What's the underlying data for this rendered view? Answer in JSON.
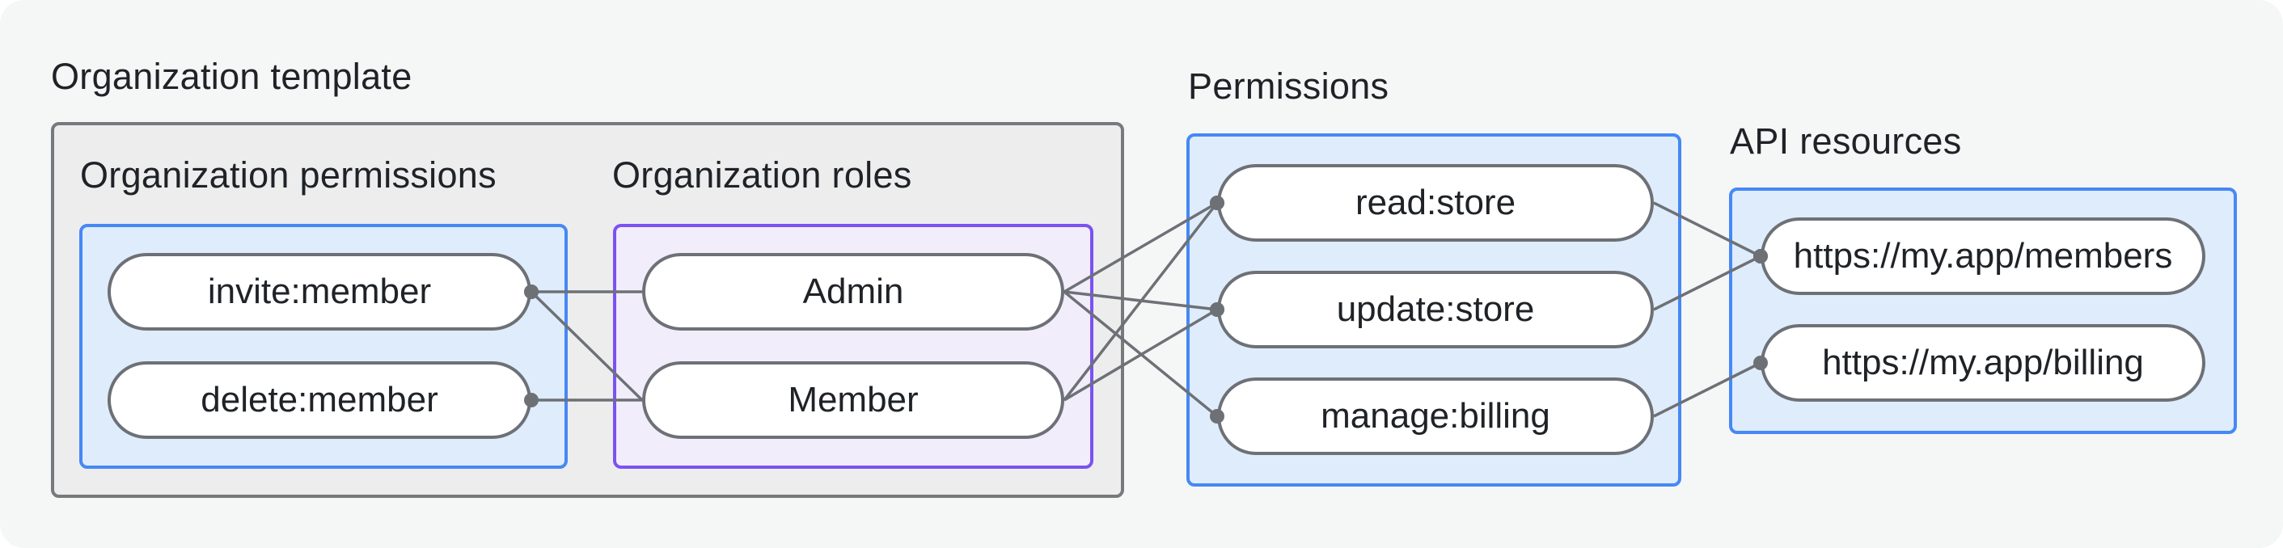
{
  "title": "Organization template",
  "org_template": {
    "permissions_group": {
      "label": "Organization permissions",
      "items": [
        {
          "id": "invite",
          "label": "invite:member"
        },
        {
          "id": "delete",
          "label": "delete:member"
        }
      ]
    },
    "roles_group": {
      "label": "Organization roles",
      "items": [
        {
          "id": "admin",
          "label": "Admin"
        },
        {
          "id": "member",
          "label": "Member"
        }
      ]
    }
  },
  "permissions": {
    "label": "Permissions",
    "items": [
      {
        "id": "read",
        "label": "read:store"
      },
      {
        "id": "update",
        "label": "update:store"
      },
      {
        "id": "manage",
        "label": "manage:billing"
      }
    ]
  },
  "api_resources": {
    "label": "API resources",
    "items": [
      {
        "id": "members",
        "label": "https://my.app/members"
      },
      {
        "id": "billing",
        "label": "https://my.app/billing"
      }
    ]
  },
  "edges": [
    {
      "from": "invite",
      "to": "admin",
      "dot": "from"
    },
    {
      "from": "invite",
      "to": "member",
      "dot": "from"
    },
    {
      "from": "delete",
      "to": "member",
      "dot": "from"
    },
    {
      "from": "admin",
      "to": "read",
      "dot": "to"
    },
    {
      "from": "admin",
      "to": "update",
      "dot": "to"
    },
    {
      "from": "admin",
      "to": "manage",
      "dot": "to"
    },
    {
      "from": "member",
      "to": "read",
      "dot": "to"
    },
    {
      "from": "member",
      "to": "update",
      "dot": "to"
    },
    {
      "from": "read",
      "to": "members",
      "dot": "to"
    },
    {
      "from": "update",
      "to": "members",
      "dot": "to"
    },
    {
      "from": "manage",
      "to": "billing",
      "dot": "to"
    }
  ],
  "style": {
    "background": "#f5f6f6",
    "text_color": "#1f2226",
    "line_color": "#6d7176",
    "line_width": 3.5,
    "dot_radius": 9,
    "pill_border_color": "#6d7176",
    "pill_fill": "#ffffff",
    "gray_box_border": "#77797c",
    "gray_box_fill": "#ededee",
    "blue_box_border": "#4688f5",
    "blue_box_fill": "#dfecfb",
    "purple_box_border": "#7b52f3",
    "purple_box_fill": "#f2edfb"
  }
}
